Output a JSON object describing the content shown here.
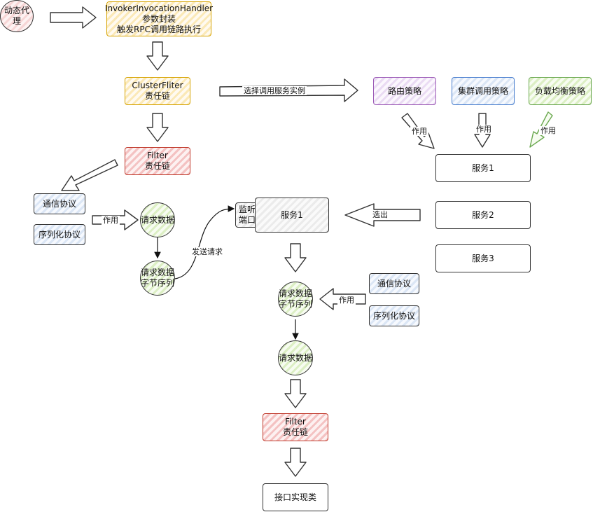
{
  "nodes": {
    "dynamic_proxy": "动态代理",
    "invoker_handler": "InvokerInvocationHandler\n参数封装\n触发RPC调用链路执行",
    "cluster_filter": "ClusterFliter\n责任链",
    "filter_top": "Filter\n责任链",
    "comm_protocol_left": "通信协议",
    "serialize_protocol_left": "序列化协议",
    "request_data_left": "请求数据",
    "request_bytes_left": "请求数据\n字节序列",
    "listen_port": "监听\n端口",
    "service1_main": "服务1",
    "request_bytes_mid": "请求数据\n字节序列",
    "request_data_mid": "请求数据",
    "filter_bottom": "Filter\n责任链",
    "interface_impl": "接口实现类",
    "comm_protocol_right": "通信协议",
    "serialize_protocol_right": "序列化协议",
    "routing_strategy": "路由策略",
    "cluster_strategy": "集群调用策略",
    "load_balance_strategy": "负载均衡策略",
    "service1": "服务1",
    "service2": "服务2",
    "service3": "服务3"
  },
  "labels": {
    "select_instance": "选择调用服务实例",
    "apply_route": "作用",
    "apply_cluster": "作用",
    "apply_lb": "作用",
    "apply_left": "作用",
    "send_request": "发送请求",
    "select_out": "选出",
    "apply_right": "作用"
  },
  "colors": {
    "yellow_border": "#d6a300",
    "red_border": "#c0392b",
    "purple_border": "#9b59b6",
    "blue_border": "#4a7fcf",
    "green_border": "#6aa84f"
  }
}
